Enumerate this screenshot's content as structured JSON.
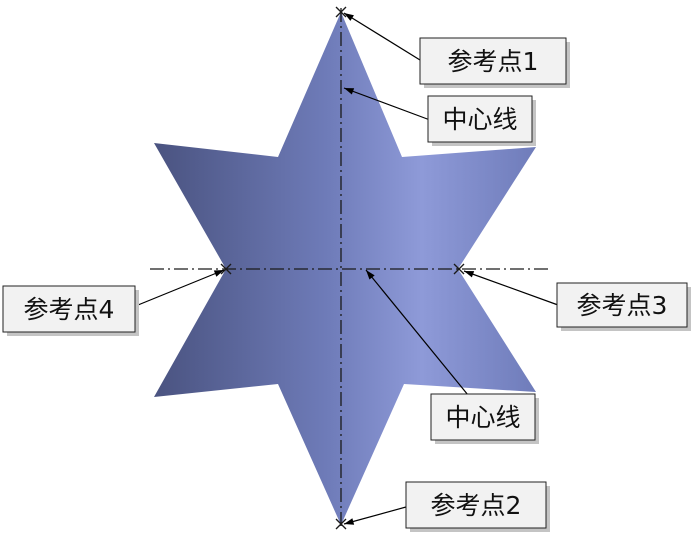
{
  "diagram": {
    "callouts": {
      "ref_point_1": "参考点1",
      "ref_point_2": "参考点2",
      "ref_point_3": "参考点3",
      "ref_point_4": "参考点4",
      "centerline_vertical": "中心线",
      "centerline_horizontal": "中心线"
    }
  },
  "colors": {
    "star_dark": "#4d5886",
    "star_mid": "#6d7ab6",
    "star_light": "#8f9bd9",
    "callout_fill": "#f2f2f2"
  }
}
